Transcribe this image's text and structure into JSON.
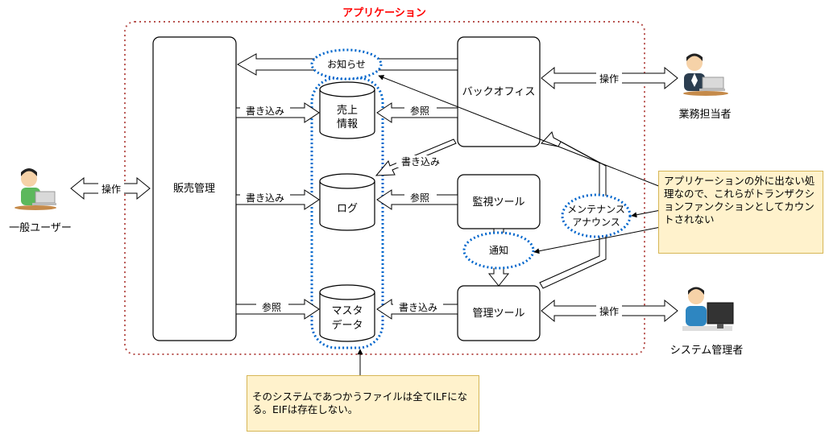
{
  "app_boundary": {
    "title": "アプリケーション",
    "title_color": "#ff0000",
    "border_color": "#b85450"
  },
  "colors": {
    "dotted_group": "#0066cc",
    "note_fill": "#fff2cc",
    "note_border": "#d6b656"
  },
  "boxes": {
    "sales": "販売管理",
    "backoffice": "バックオフィス",
    "monitor": "監視ツール",
    "admin": "管理ツール"
  },
  "datastores": {
    "sales_info": [
      "売上",
      "情報"
    ],
    "log": [
      "ログ"
    ],
    "master": [
      "マスタ",
      "データ"
    ]
  },
  "ellipses": {
    "notice": "お知らせ",
    "notify": "通知",
    "maintenance": [
      "メンテナンス",
      "アナウンス"
    ]
  },
  "arrow_labels": {
    "write": "書き込み",
    "reference": "参照",
    "operate": "操作"
  },
  "actors": {
    "general_user": {
      "label": "一般ユーザー",
      "icon": "person-laptop-icon"
    },
    "business_staff": {
      "label": "業務担当者",
      "icon": "businessman-laptop-icon"
    },
    "sys_admin": {
      "label": "システム管理者",
      "icon": "person-desktop-icon"
    }
  },
  "notes": {
    "transaction": "アプリケーションの外に出ない処理なので、これらがトランザクションファンクションとしてカウントされない",
    "ilf": "そのシステムであつかうファイルは全てILFになる。EIFは存在しない。"
  }
}
